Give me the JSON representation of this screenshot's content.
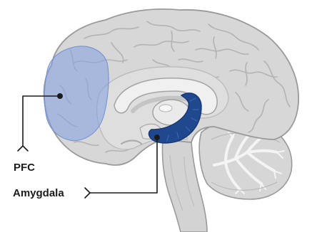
{
  "labels": {
    "pfc": "PFC",
    "amygdala": "Amygdala"
  },
  "colors": {
    "background": "#ffffff",
    "brain_fill": "#d6d6d6",
    "brain_outline": "#9a9a9a",
    "gyri_lines": "#b2b2b2",
    "inner_tissue": "#eeeeee",
    "pfc_highlight": "#7f9fe0",
    "amygdala_fill": "#20488f",
    "callout_line": "#1b1b1b",
    "label_text": "#1b1b1b"
  },
  "icons": [
    "leader-dot",
    "chevron-arrow"
  ]
}
